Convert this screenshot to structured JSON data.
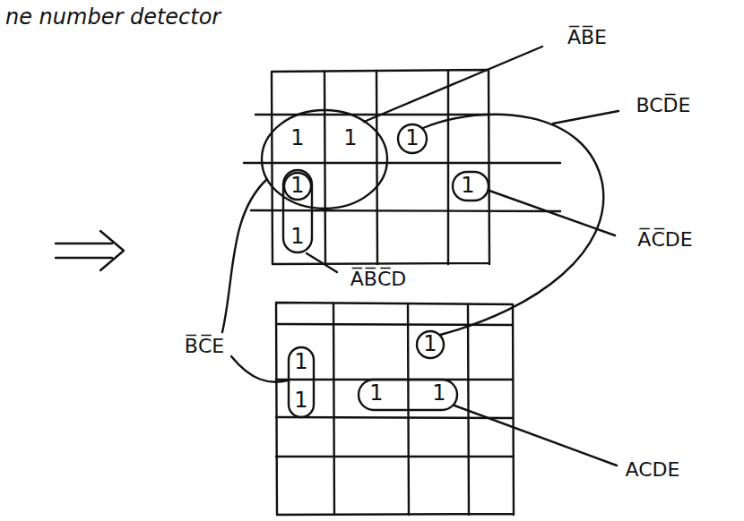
{
  "diagram": {
    "title": "ne number detector",
    "labels": [
      "A̅B̅E",
      "BCD̅E",
      "1",
      "1",
      "1",
      "1",
      "1",
      "A̅C̅DE",
      "1",
      "A̅B̅C̅D",
      "B̅C̅E",
      "1",
      "1",
      "1",
      "1",
      "1",
      "ACDE"
    ]
  }
}
